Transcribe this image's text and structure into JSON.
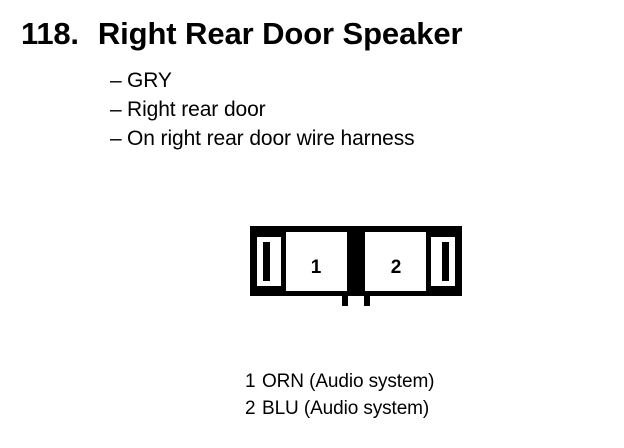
{
  "page": {
    "background_color": "#ffffff",
    "ink_color": "#000000"
  },
  "header": {
    "number": "118.",
    "title": "Right Rear Door Speaker"
  },
  "details": {
    "bullet_char": "–",
    "items": [
      {
        "label": "GRY"
      },
      {
        "label": "Right rear door"
      },
      {
        "label": "On right rear door wire harness"
      }
    ]
  },
  "connector": {
    "name": "2-way-connector-diagram",
    "cavity_count": 2,
    "pins": [
      {
        "number": "1"
      },
      {
        "number": "2"
      }
    ]
  },
  "legend": {
    "rows": [
      {
        "number": "1",
        "text": "ORN (Audio system)"
      },
      {
        "number": "2",
        "text": "BLU (Audio system)"
      }
    ]
  }
}
